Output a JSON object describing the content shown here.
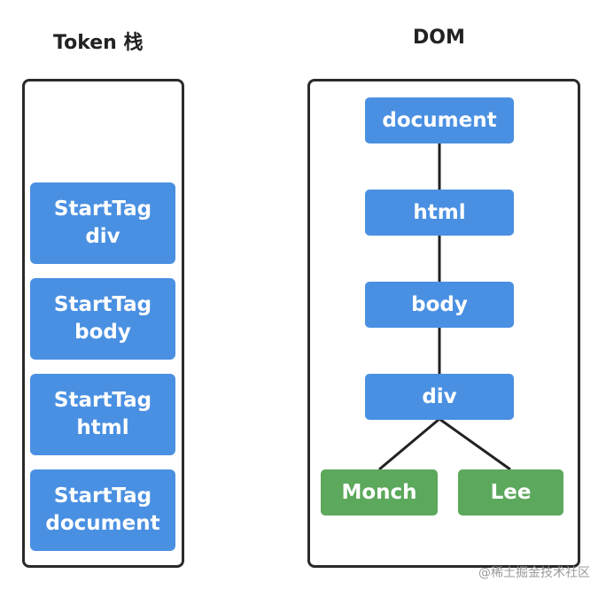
{
  "token_panel": {
    "title": "Token 栈",
    "items": [
      {
        "line1": "StartTag",
        "line2": "div"
      },
      {
        "line1": "StartTag",
        "line2": "body"
      },
      {
        "line1": "StartTag",
        "line2": "html"
      },
      {
        "line1": "StartTag",
        "line2": "document"
      }
    ]
  },
  "dom_panel": {
    "title": "DOM",
    "nodes": {
      "document": "document",
      "html": "html",
      "body": "body",
      "div": "div",
      "monch": "Monch",
      "lee": "Lee"
    }
  },
  "watermark": "@稀土掘金技术社区",
  "colors": {
    "blue_node": "#4a90e2",
    "green_node": "#5ca85c",
    "border": "#2a2a2a"
  }
}
